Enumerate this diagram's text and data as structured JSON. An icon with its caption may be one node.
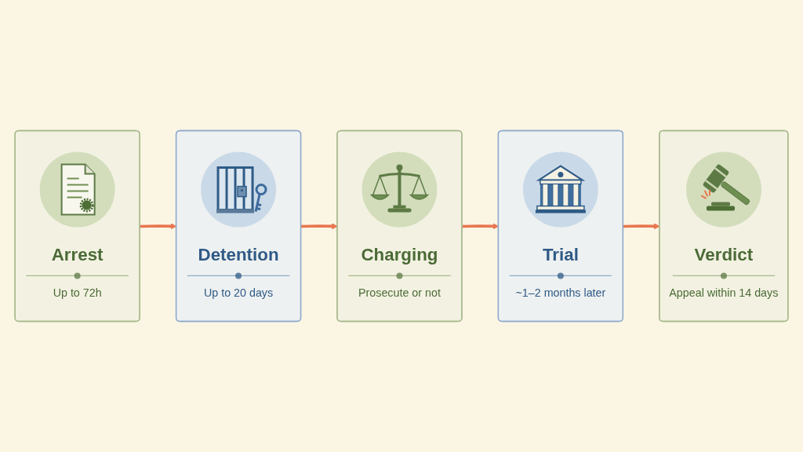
{
  "diagram": {
    "nodes": [
      {
        "text": [
          "Arrest",
          "Up to 72h"
        ]
      },
      {
        "text": [
          "Detention",
          "Up to 20 days"
        ]
      },
      {
        "text": [
          "Charging",
          "Prosecute or not"
        ]
      },
      {
        "text": [
          "Trial",
          "~1–2 months later"
        ]
      },
      {
        "text": [
          "Verdict",
          "Appeal within 14 days"
        ]
      }
    ],
    "edges": [
      {
        "from": 0,
        "to": 1,
        "arrow": "to"
      },
      {
        "from": 1,
        "to": 2,
        "arrow": "to"
      },
      {
        "from": 2,
        "to": 3,
        "arrow": "to"
      },
      {
        "from": 3,
        "to": 4,
        "arrow": "to"
      }
    ]
  }
}
